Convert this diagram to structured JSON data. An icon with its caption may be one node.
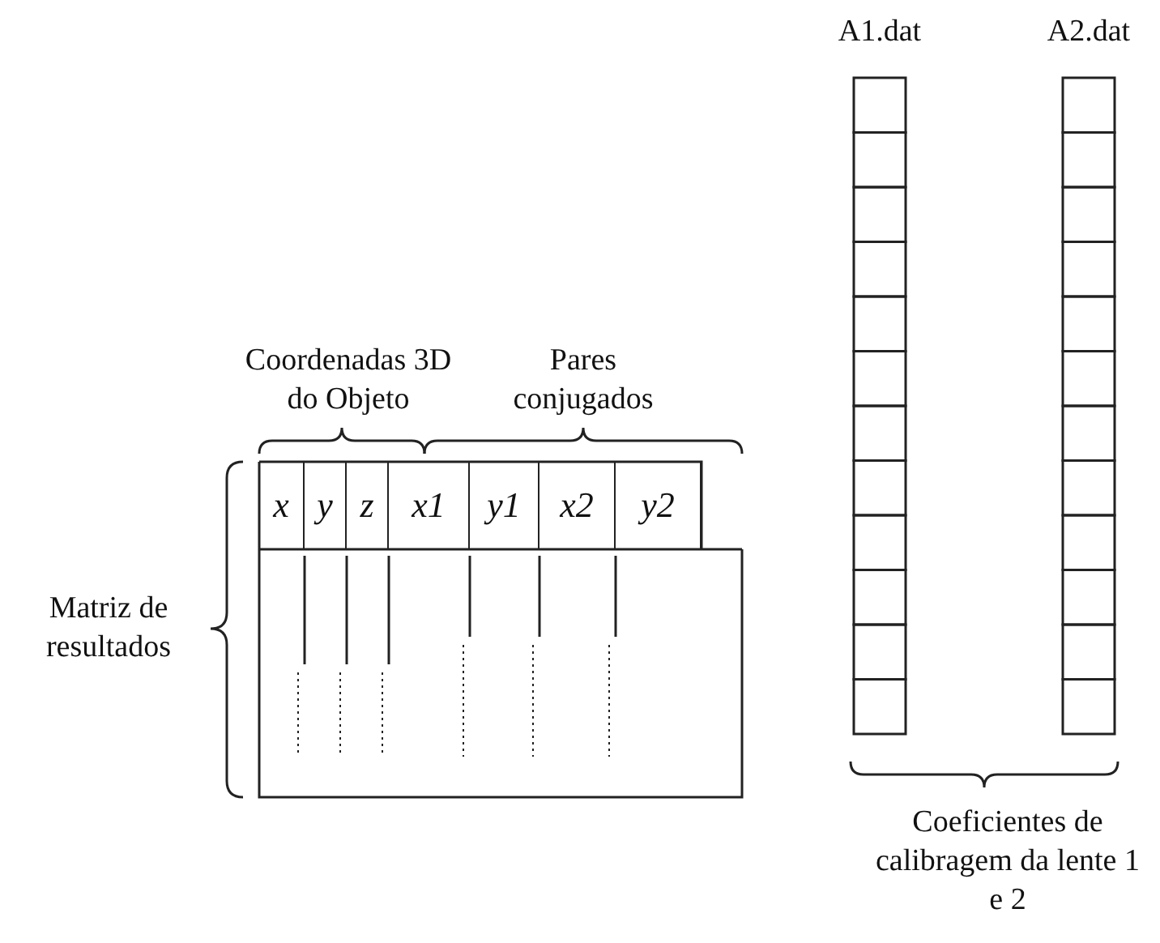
{
  "diagram": {
    "nodes": [
      {
        "text": [],
        "shape": "box",
        "beside": [
          "Matriz de resultados"
        ]
      },
      {
        "text": [
          "x"
        ],
        "in": 0
      },
      {
        "text": [
          "y"
        ],
        "in": 0
      },
      {
        "text": [
          "z"
        ],
        "in": 0
      },
      {
        "text": [
          "x1"
        ],
        "in": 0
      },
      {
        "text": [
          "y1"
        ],
        "in": 0
      },
      {
        "text": [
          "x2"
        ],
        "in": 0
      },
      {
        "text": [
          "y2"
        ],
        "in": 0
      },
      {
        "text": [
          "A1.dat"
        ]
      },
      {
        "text": [
          "A2.dat"
        ]
      }
    ],
    "edges": [],
    "labels": [
      "Coordenadas 3D do Objeto",
      "Pares conjugados",
      "Coeficientes de calibragem da lente 1 e 2"
    ]
  }
}
